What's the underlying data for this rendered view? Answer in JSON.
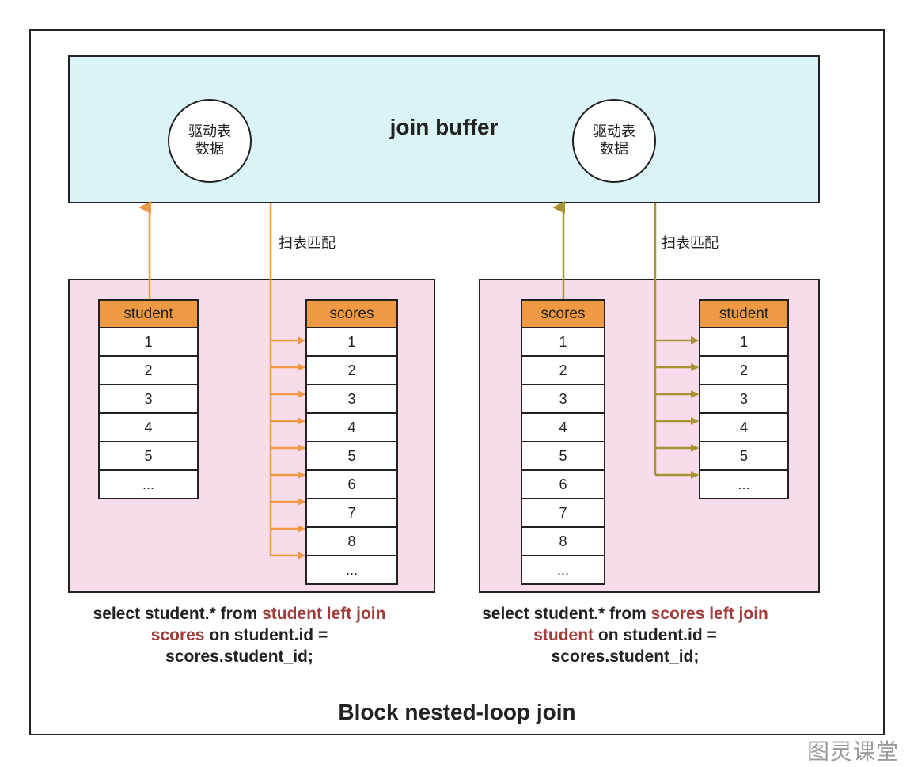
{
  "diagram": {
    "buffer_title": "join buffer",
    "circle_left": "驱动表\n数据",
    "circle_right": "驱动表\n数据",
    "scan_label_left": "扫表匹配",
    "scan_label_right": "扫表匹配",
    "left_panel": {
      "driving_table": {
        "name": "student",
        "rows": [
          "1",
          "2",
          "3",
          "4",
          "5",
          "..."
        ]
      },
      "driven_table": {
        "name": "scores",
        "rows": [
          "1",
          "2",
          "3",
          "4",
          "5",
          "6",
          "7",
          "8",
          "..."
        ]
      },
      "sql_parts": [
        {
          "text": "select student.* from ",
          "hl": false
        },
        {
          "text": "student left join scores",
          "hl": true
        },
        {
          "text": " on student.id = scores.student_id;",
          "hl": false
        }
      ]
    },
    "right_panel": {
      "driving_table": {
        "name": "scores",
        "rows": [
          "1",
          "2",
          "3",
          "4",
          "5",
          "6",
          "7",
          "8",
          "..."
        ]
      },
      "driven_table": {
        "name": "student",
        "rows": [
          "1",
          "2",
          "3",
          "4",
          "5",
          "..."
        ]
      },
      "sql_parts": [
        {
          "text": "select student.* from ",
          "hl": false
        },
        {
          "text": "scores left join student",
          "hl": true
        },
        {
          "text": " on student.id = scores.student_id;",
          "hl": false
        }
      ]
    },
    "footer_title": "Block nested-loop join",
    "watermark": "图灵课堂",
    "colors": {
      "buffer_bg": "#daf4f5",
      "panel_bg": "#f9dcec",
      "table_header": "#ef9a42",
      "arrow_left": "#ef9a42",
      "arrow_right": "#a89232",
      "sql_highlight": "#a23b39"
    }
  }
}
